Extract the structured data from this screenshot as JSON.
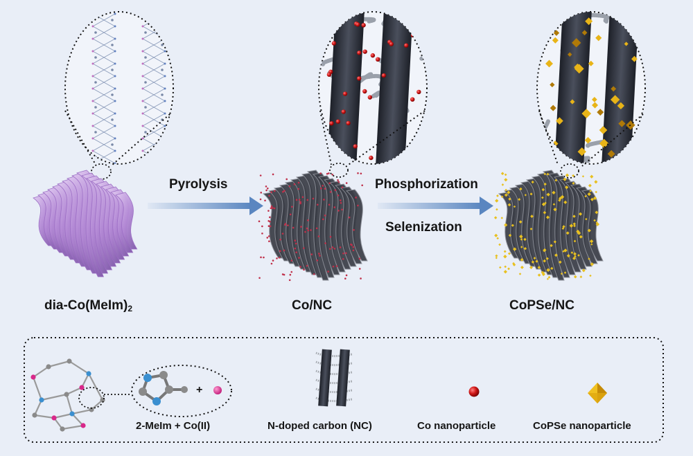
{
  "stages": {
    "precursor": {
      "name_main": "dia-Co(MeIm)",
      "name_sub": "2"
    },
    "intermediate": {
      "name": "Co/NC"
    },
    "product": {
      "name": "CoPSe/NC"
    }
  },
  "steps": {
    "step1": "Pyrolysis",
    "step2_line1": "Phosphorization",
    "step2_line2": "Selenization"
  },
  "legend": {
    "ligand": "2-MeIm + Co(II)",
    "plus": "+",
    "carbon": "N-doped carbon (NC)",
    "co_particle": "Co nanoparticle",
    "copse_particle": "CoPSe nanoparticle"
  },
  "colors": {
    "background": "#e9eef7",
    "sheet": "#b48ad6",
    "carbon": "#2b2f38",
    "co": "#d01818",
    "copse": "#e8b418",
    "arrow": "#5a86c0",
    "n_atom": "#3a8fd0",
    "co_atom": "#d8288a",
    "c_atom": "#8a8a8a"
  }
}
